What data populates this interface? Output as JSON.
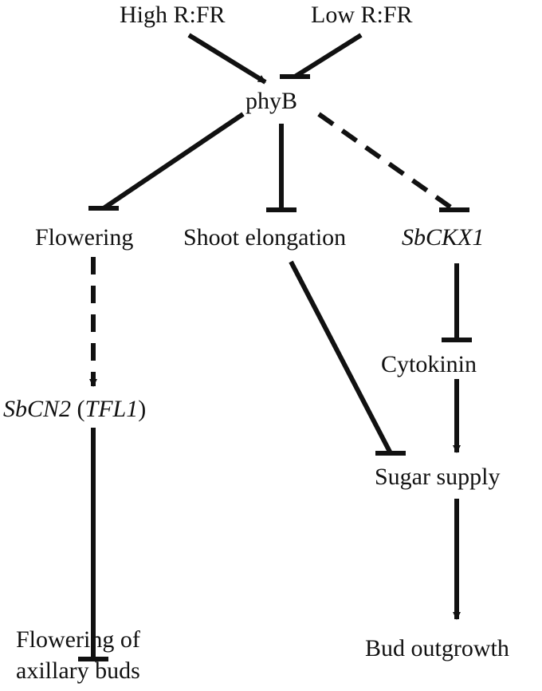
{
  "colors": {
    "ink": "#111111",
    "background": "#ffffff"
  },
  "nodes": {
    "high_rfr": "High R:FR",
    "low_rfr": "Low R:FR",
    "phyb": "phyB",
    "flowering": "Flowering",
    "shoot_elongation": "Shoot elongation",
    "sbckx1": "SbCKX1",
    "sbcn2": "SbCN2",
    "sbcn2_open": " (",
    "tfl1": "TFL1",
    "sbcn2_close": ")",
    "cytokinin": "Cytokinin",
    "sugar_supply": "Sugar supply",
    "flowering_axillary_line1": "Flowering of",
    "flowering_axillary_line2": "axillary buds",
    "bud_outgrowth": "Bud outgrowth"
  },
  "edges": [
    {
      "from": "high_rfr",
      "to": "phyb",
      "type": "activation",
      "style": "solid"
    },
    {
      "from": "low_rfr",
      "to": "phyb",
      "type": "inhibition",
      "style": "solid"
    },
    {
      "from": "phyb",
      "to": "flowering",
      "type": "inhibition",
      "style": "solid"
    },
    {
      "from": "phyb",
      "to": "shoot_elongation",
      "type": "inhibition",
      "style": "solid"
    },
    {
      "from": "phyb",
      "to": "sbckx1",
      "type": "inhibition",
      "style": "dashed"
    },
    {
      "from": "flowering",
      "to": "sbcn2",
      "type": "activation",
      "style": "dashed"
    },
    {
      "from": "sbcn2",
      "to": "flowering_axillary",
      "type": "inhibition",
      "style": "solid"
    },
    {
      "from": "shoot_elongation",
      "to": "sugar_supply",
      "type": "inhibition",
      "style": "solid"
    },
    {
      "from": "sbckx1",
      "to": "cytokinin",
      "type": "inhibition",
      "style": "solid"
    },
    {
      "from": "cytokinin",
      "to": "sugar_supply",
      "type": "activation",
      "style": "solid"
    },
    {
      "from": "sugar_supply",
      "to": "bud_outgrowth",
      "type": "activation",
      "style": "solid"
    }
  ]
}
